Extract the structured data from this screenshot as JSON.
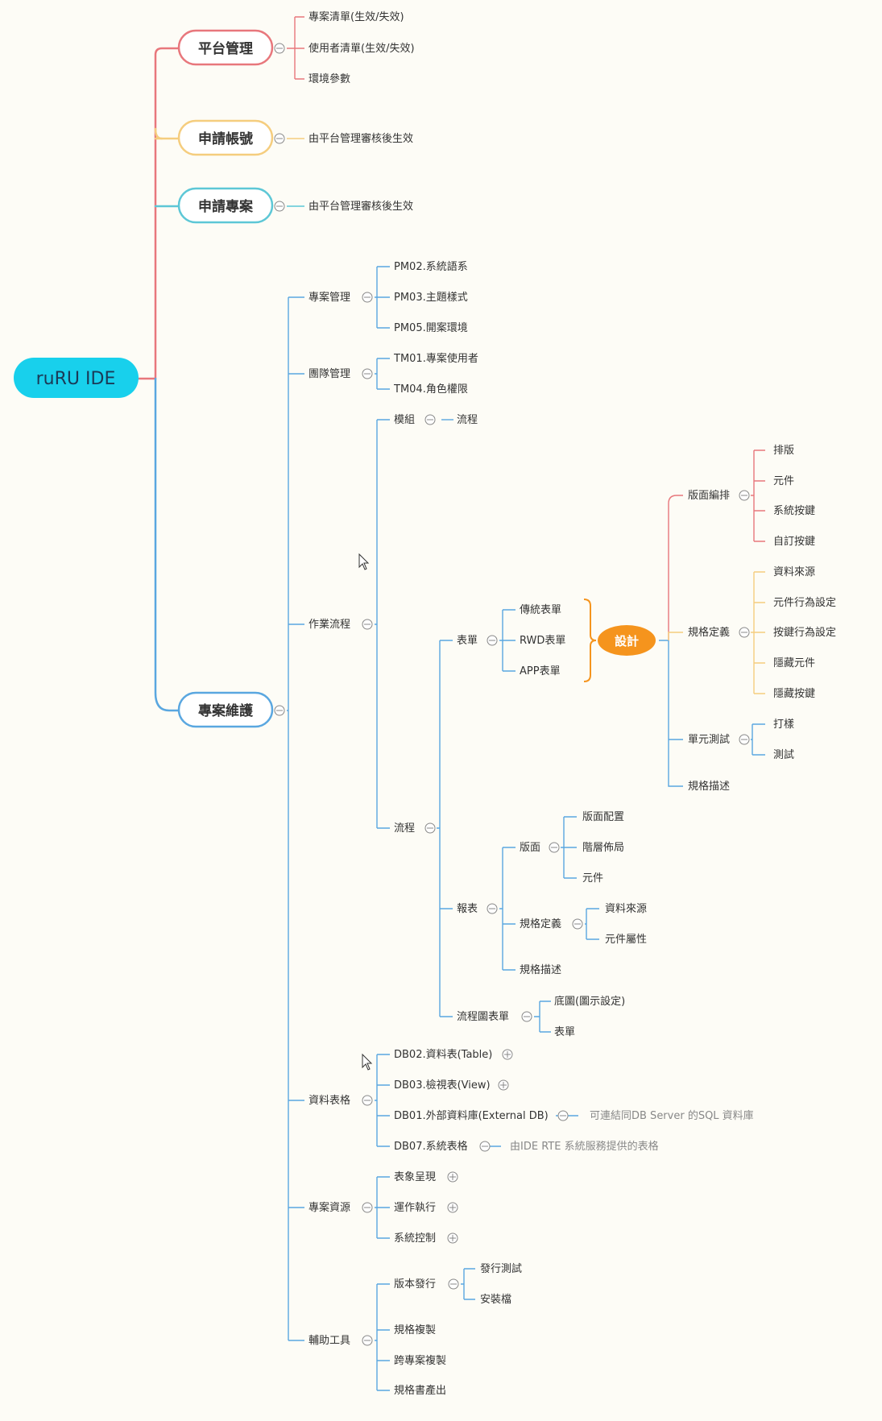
{
  "root": "ruRU IDE",
  "colors": {
    "red": "#e8777c",
    "yellow": "#f5cd7e",
    "teal": "#5dc7d6",
    "blue": "#5aa7e0",
    "orange": "#f5941d",
    "root_fill": "#18d0ec"
  },
  "branches": {
    "platform": {
      "label": "平台管理",
      "children": [
        "專案清單(生效/失效)",
        "使用者清單(生效/失效)",
        "環境參數"
      ]
    },
    "account": {
      "label": "申請帳號",
      "children": [
        "由平台管理審核後生效"
      ]
    },
    "project_apply": {
      "label": "申請專案",
      "children": [
        "由平台管理審核後生效"
      ]
    },
    "maintain": {
      "label": "專案維護",
      "project_mgmt": {
        "label": "專案管理",
        "children": [
          "PM02.系統語系",
          "PM03.主題樣式",
          "PM05.開案環境"
        ]
      },
      "team_mgmt": {
        "label": "團隊管理",
        "children": [
          "TM01.專案使用者",
          "TM04.角色權限"
        ]
      },
      "workflow": {
        "label": "作業流程",
        "module": {
          "label": "模組",
          "child": "流程"
        },
        "flow": {
          "label": "流程",
          "form": {
            "label": "表單",
            "children": [
              "傳統表單",
              "RWD表單",
              "APP表單"
            ]
          },
          "design": {
            "label": "設計",
            "layout": {
              "label": "版面編排",
              "children": [
                "排版",
                "元件",
                "系統按鍵",
                "自訂按鍵"
              ]
            },
            "spec": {
              "label": "規格定義",
              "children": [
                "資料來源",
                "元件行為設定",
                "按鍵行為設定",
                "隱藏元件",
                "隱藏按鍵"
              ]
            },
            "unit_test": {
              "label": "單元測試",
              "children": [
                "打樣",
                "測試"
              ]
            },
            "spec_desc": "規格描述"
          },
          "report": {
            "label": "報表",
            "layout": {
              "label": "版面",
              "children": [
                "版面配置",
                "階層佈局",
                "元件"
              ]
            },
            "spec": {
              "label": "規格定義",
              "children": [
                "資料來源",
                "元件屬性"
              ]
            },
            "spec_desc": "規格描述"
          },
          "flowchart": {
            "label": "流程圖表單",
            "children": [
              "底圖(圖示設定)",
              "表單"
            ]
          }
        }
      },
      "data_table": {
        "label": "資料表格",
        "children": [
          "DB02.資料表(Table)",
          "DB03.檢視表(View)",
          "DB01.外部資料庫(External DB)",
          "DB07.系統表格"
        ],
        "notes": [
          "可連結同DB Server 的SQL 資料庫",
          "由IDE RTE 系統服務提供的表格"
        ]
      },
      "resource": {
        "label": "專案資源",
        "children": [
          "表象呈現",
          "運作執行",
          "系統控制"
        ]
      },
      "tools": {
        "label": "輔助工具",
        "release": {
          "label": "版本發行",
          "children": [
            "發行測試",
            "安裝檔"
          ]
        },
        "children": [
          "規格複製",
          "跨專案複製",
          "規格書產出"
        ]
      }
    }
  }
}
